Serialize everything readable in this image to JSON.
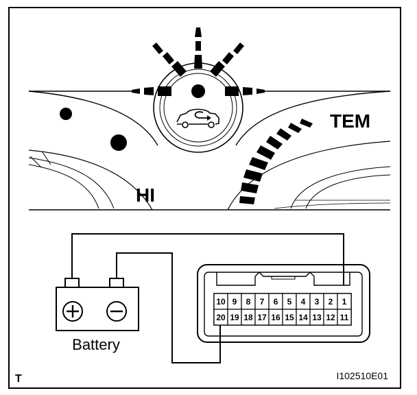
{
  "panel": {
    "label_hi": "HI",
    "label_tem": "TEM"
  },
  "battery": {
    "label": "Battery",
    "positive_symbol": "plus-icon",
    "negative_symbol": "minus-icon"
  },
  "connector": {
    "top_row": [
      "10",
      "9",
      "8",
      "7",
      "6",
      "5",
      "4",
      "3",
      "2",
      "1"
    ],
    "bottom_row": [
      "20",
      "19",
      "18",
      "17",
      "16",
      "15",
      "14",
      "13",
      "12",
      "11"
    ]
  },
  "footer": {
    "corner_label": "T",
    "figure_id": "I102510E01"
  }
}
